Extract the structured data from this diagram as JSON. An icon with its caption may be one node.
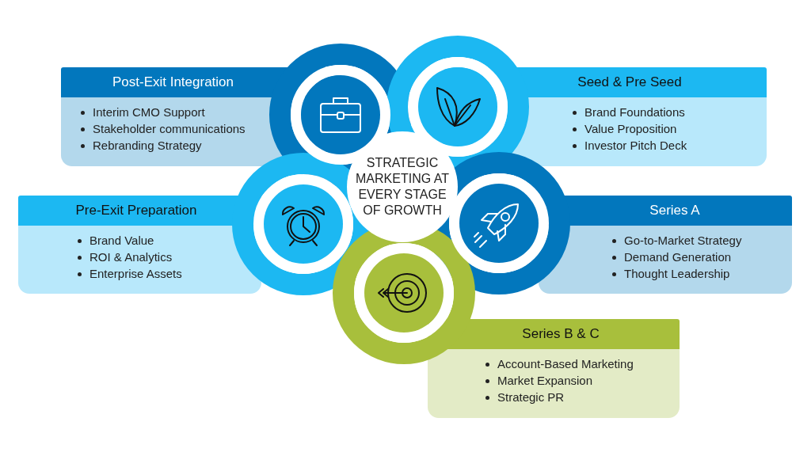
{
  "diagram": {
    "nodes": [
      {
        "text": [
          "STRATEGIC MARKETING AT EVERY STAGE OF GROWTH"
        ]
      },
      {
        "text": [
          "Post-Exit Integration",
          "Interim CMO Support",
          "Stakeholder communications",
          "Rebranding Strategy"
        ]
      },
      {
        "text": [
          "Seed & Pre Seed",
          "Brand Foundations",
          "Value Proposition",
          "Investor Pitch Deck"
        ]
      },
      {
        "text": [
          "Pre-Exit Preparation",
          "Brand Value",
          "ROI & Analytics",
          "Enterprise Assets"
        ]
      },
      {
        "text": [
          "Series A",
          "Go-to-Market Strategy",
          "Demand Generation",
          "Thought Leadership"
        ]
      },
      {
        "text": [
          "Series B & C",
          "Account-Based Marketing",
          "Market Expansion",
          "Strategic PR"
        ]
      }
    ]
  }
}
